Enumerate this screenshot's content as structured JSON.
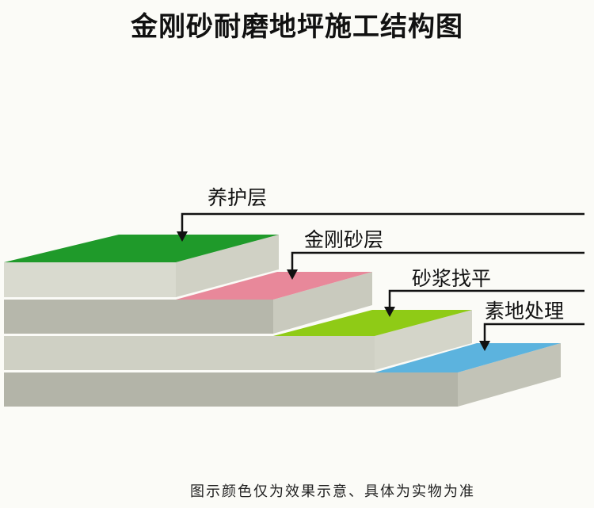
{
  "title": "金刚砂耐磨地坪施工结构图",
  "layers": [
    {
      "label": "养护层",
      "color": "#1f9a2a"
    },
    {
      "label": "金刚砂层",
      "color": "#e8889a"
    },
    {
      "label": "砂浆找平",
      "color": "#8fcb16"
    },
    {
      "label": "素地处理",
      "color": "#5cb3de"
    }
  ],
  "note": "图示颜色仅为效果示意、具体为实物为准"
}
